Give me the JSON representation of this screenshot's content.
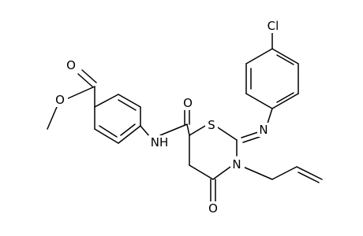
{
  "molecule": {
    "atoms": {
      "cl": "Cl",
      "s": "S",
      "n_imine": "N",
      "n_ring": "N",
      "nh": "NH",
      "o_amide": "O",
      "o_ring": "O",
      "o_ester_carbonyl": "O",
      "o_ester": "O"
    }
  }
}
